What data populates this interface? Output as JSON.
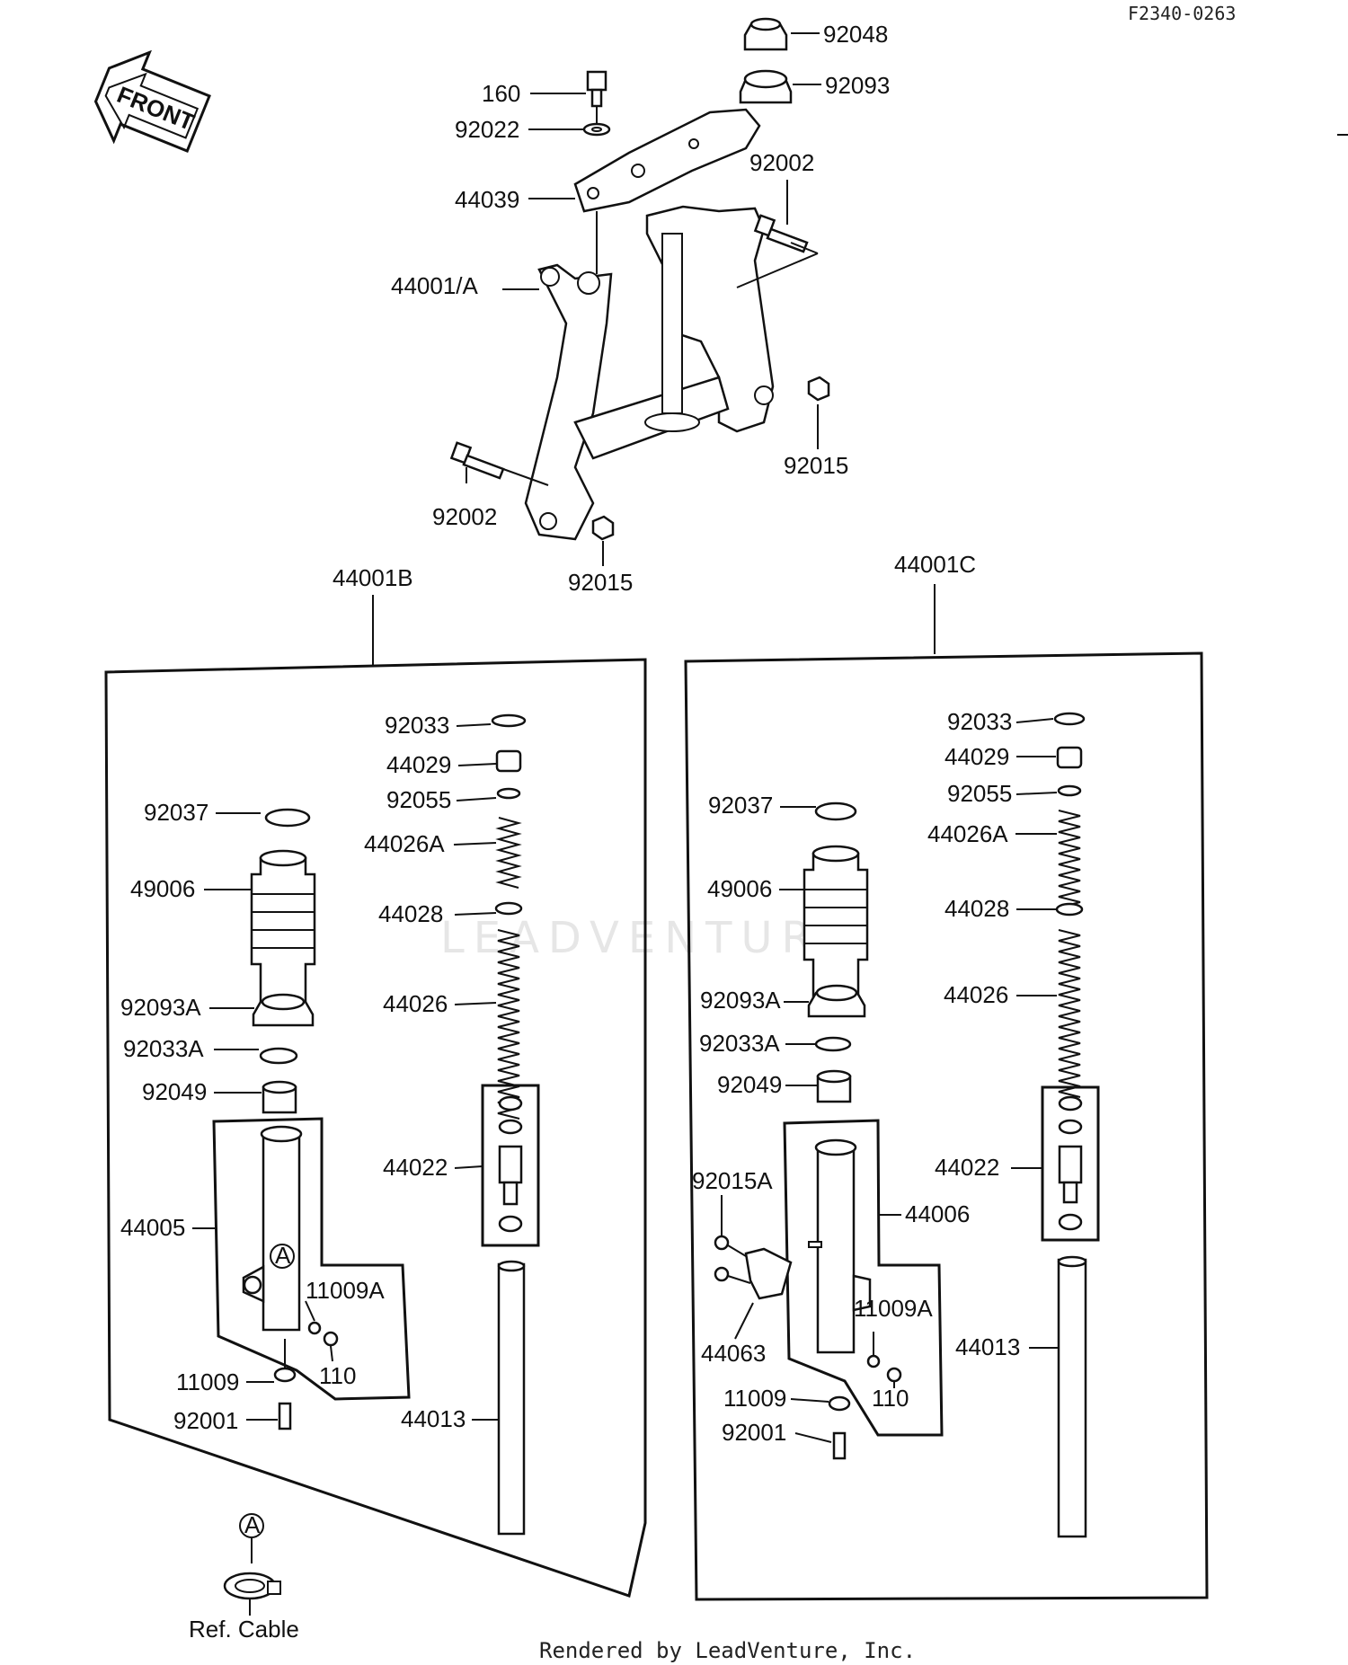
{
  "diagram_code": "F2340-0263",
  "front_label": "FRONT",
  "top_assembly": {
    "labels": [
      "92048",
      "92093",
      "160",
      "92022",
      "92002",
      "44039",
      "44001/A",
      "92015",
      "92002",
      "92015"
    ]
  },
  "assembly_b": {
    "title": "44001B",
    "left_labels": [
      "92037",
      "49006",
      "92093A",
      "92033A",
      "92049",
      "44005",
      "11009A",
      "110",
      "11009",
      "92001"
    ],
    "right_labels": [
      "92033",
      "44029",
      "92055",
      "44026A",
      "44028",
      "44026",
      "44022",
      "44013"
    ]
  },
  "assembly_c": {
    "title": "44001C",
    "left_labels": [
      "92037",
      "49006",
      "92093A",
      "92033A",
      "92049",
      "92015A",
      "44006",
      "44063",
      "11009A",
      "110",
      "11009",
      "92001"
    ],
    "right_labels": [
      "92033",
      "44029",
      "92055",
      "44026A",
      "44028",
      "44026",
      "44022",
      "44013"
    ]
  },
  "callout_letter": "A",
  "ref_note": "Ref.  Cable",
  "footer": "Rendered by LeadVenture, Inc.",
  "watermark": "LEADVENTURE"
}
